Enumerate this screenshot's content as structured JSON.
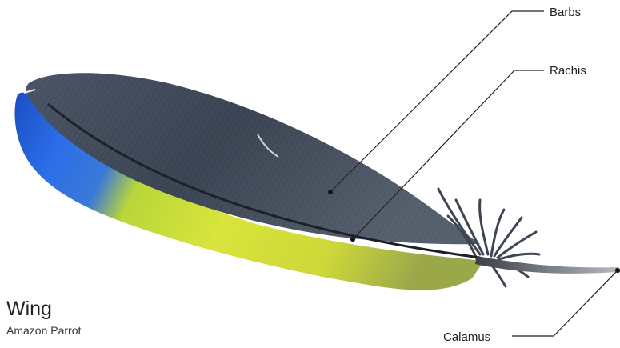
{
  "diagram": {
    "title": "Wing",
    "subtitle": "Amazon Parrot",
    "labels": {
      "barbs": "Barbs",
      "rachis": "Rachis",
      "calamus": "Calamus"
    }
  },
  "colors": {
    "vane_dark": "#3a4352",
    "vane_edge": "#27303c",
    "blue_tip": "#1f5fd6",
    "yellow_band": "#d8e03a",
    "shaft": "#1c2029",
    "calamus": "#9aa0a8",
    "leader_line": "#222222"
  }
}
